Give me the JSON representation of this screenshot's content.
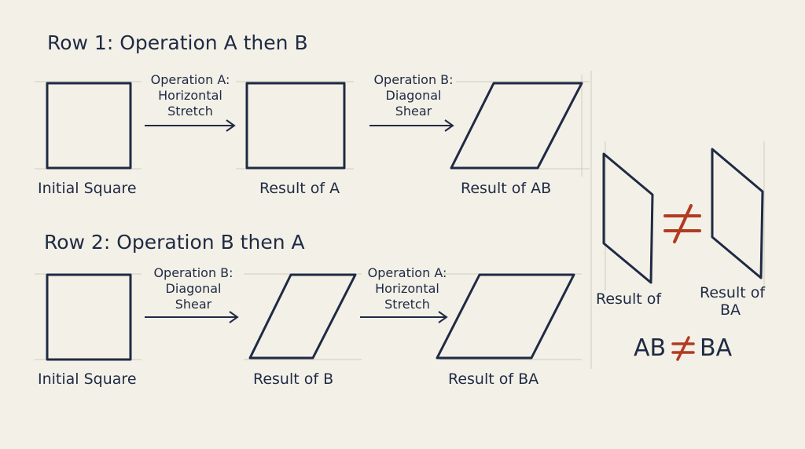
{
  "row1": {
    "title": "Row 1: Operation A then B",
    "initial_label": "Initial Square",
    "op1": [
      "Operation A:",
      "Horizontal",
      "Stretch"
    ],
    "result1_label": "Result of A",
    "op2": [
      "Operation B:",
      "Diagonal",
      "Shear"
    ],
    "result2_label": "Result of AB"
  },
  "row2": {
    "title": "Row 2: Operation B then A",
    "initial_label": "Initial Square",
    "op1": [
      "Operation B:",
      "Diagonal",
      "Shear"
    ],
    "result1_label": "Result of B",
    "op2": [
      "Operation A:",
      "Horizontal",
      "Stretch"
    ],
    "result2_label": "Result of BA"
  },
  "comparison": {
    "left_label": "Result of",
    "right_label_line1": "Result of",
    "right_label_line2": "BA",
    "summary_left": "AB",
    "summary_right": "BA"
  },
  "colors": {
    "ink": "#1f2a44",
    "accent": "#b23a21",
    "background": "#f3f0e7"
  }
}
